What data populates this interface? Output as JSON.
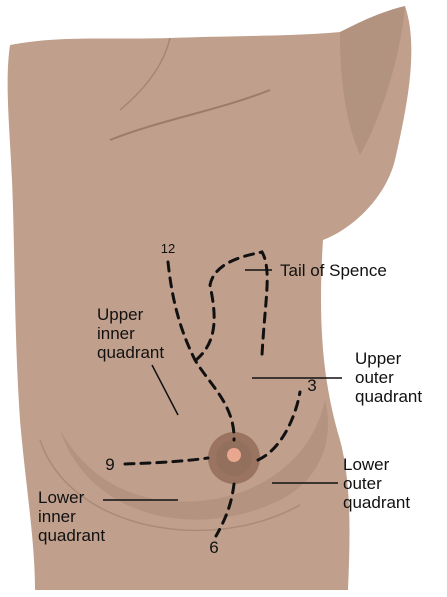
{
  "colors": {
    "skin": "#c0a08c",
    "skin_shadow": "#a98a76",
    "skin_dark": "#8c6c5a",
    "areola": "#9a7460",
    "nipple": "#e8a78e",
    "dash": "#111111"
  },
  "clock_labels": {
    "twelve": "12",
    "three": "3",
    "six": "6",
    "nine": "9"
  },
  "regions": {
    "tail": "Tail of Spence",
    "upper_inner": [
      "Upper",
      "inner",
      "quadrant"
    ],
    "upper_outer": [
      "Upper",
      "outer",
      "quadrant"
    ],
    "lower_outer": [
      "Lower",
      "outer",
      "quadrant"
    ],
    "lower_inner": [
      "Lower",
      "inner",
      "quadrant"
    ]
  }
}
